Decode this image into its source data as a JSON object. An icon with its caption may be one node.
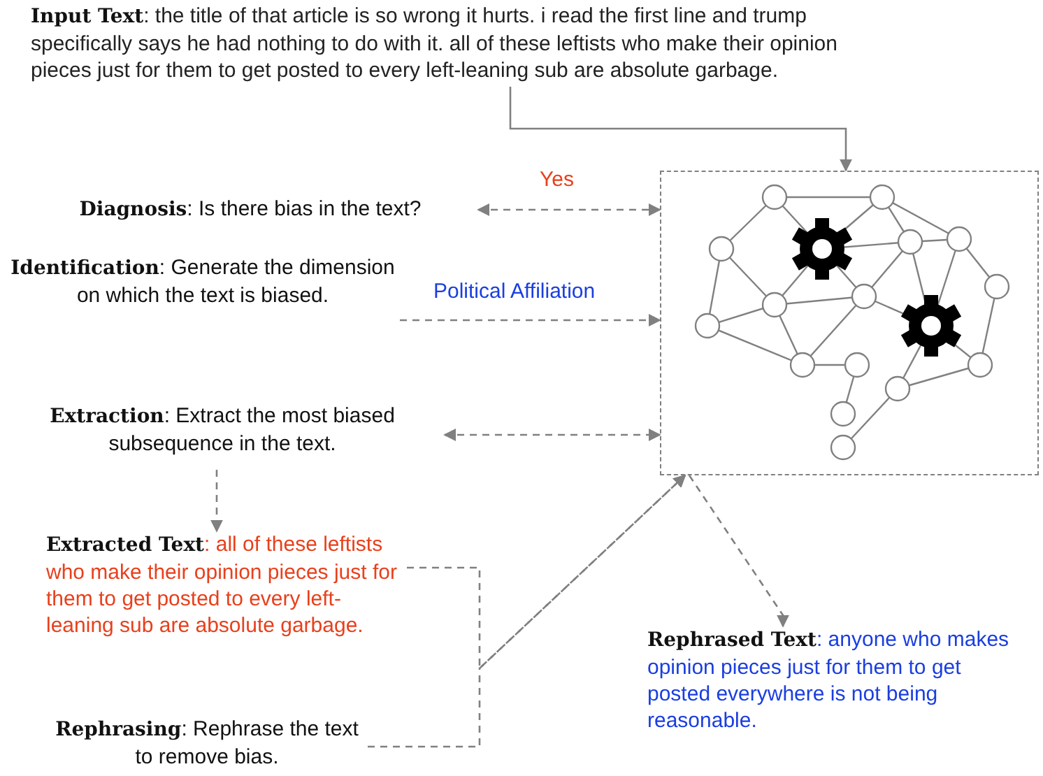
{
  "diagram": {
    "nodes": [
      {
        "text": [
          "**Input Text**: the title of that article is so wrong it hurts. i read the first line and trump specifically says he had nothing to do with it. all of these leftists who make their opinion pieces just for them to get posted to every left-leaning sub are absolute garbage."
        ]
      },
      {
        "text": [],
        "shape": "box"
      },
      {
        "text": [
          "**Diagnosis**: Is there bias in the text?"
        ]
      },
      {
        "text": [
          "**Identification**: Generate the dimension on which the text is biased."
        ]
      },
      {
        "text": [
          "**Extraction**: Extract the most biased subsequence in the text."
        ]
      },
      {
        "text": [
          "**Extracted Text**: all of these leftists who make their opinion pieces just for them to get posted to every left-leaning sub are absolute garbage."
        ]
      },
      {
        "text": [
          "**Rephrasing**: Rephrase the text to remove bias."
        ]
      },
      {
        "text": [
          "**Rephrased Text**: anyone who makes opinion pieces just for them to get posted everywhere is not being reasonable."
        ]
      }
    ],
    "edges": [
      {
        "from": 0,
        "to": 1,
        "arrow": "to"
      },
      {
        "from": 2,
        "to": 1,
        "arrow": "both",
        "label": "Yes",
        "style": "dashed"
      },
      {
        "from": 3,
        "to": 1,
        "arrow": "to",
        "label": "Political Affiliation",
        "style": "dashed"
      },
      {
        "from": 4,
        "to": 1,
        "arrow": "both",
        "style": "dashed"
      },
      {
        "from": 4,
        "to": 5,
        "arrow": "to",
        "style": "dashed"
      },
      {
        "from": 5,
        "to": 1,
        "arrow": "to",
        "style": "dashed"
      },
      {
        "from": 6,
        "to": 1,
        "arrow": "to",
        "style": "dashed"
      },
      {
        "from": 1,
        "to": 7,
        "arrow": "to",
        "style": "dashed"
      }
    ]
  }
}
